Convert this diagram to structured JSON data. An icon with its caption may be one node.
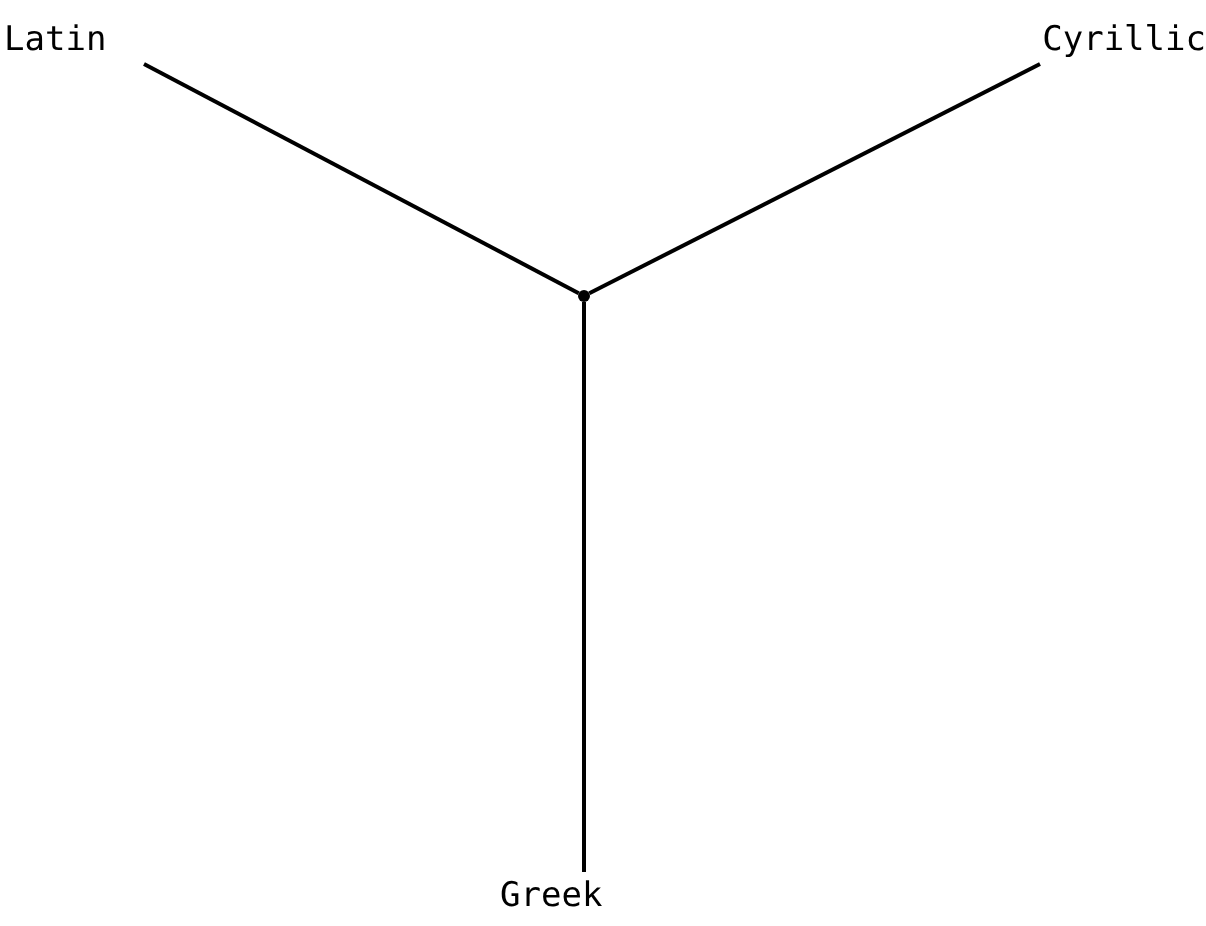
{
  "diagram": {
    "nodes": [
      {
        "text": [
          "Latin"
        ]
      },
      {
        "text": [
          "Cyrillic"
        ]
      },
      {
        "text": [],
        "shape": "circle"
      },
      {
        "text": [
          "Greek"
        ]
      }
    ],
    "edges": [
      {
        "from": 2,
        "to": 0,
        "arrow": "none"
      },
      {
        "from": 2,
        "to": 1,
        "arrow": "none"
      },
      {
        "from": 2,
        "to": 3,
        "arrow": "none"
      }
    ]
  }
}
